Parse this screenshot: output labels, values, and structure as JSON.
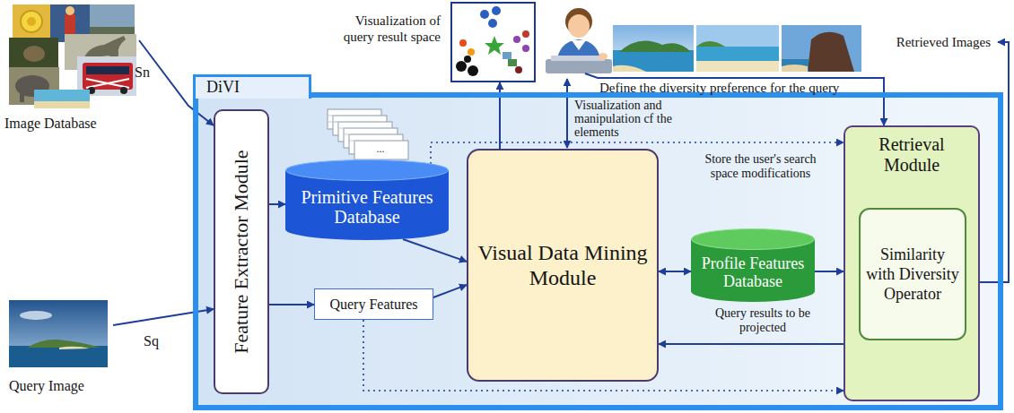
{
  "diagram": {
    "nodes": [
      {
        "text": [
          "Image Database"
        ]
      },
      {
        "text": [
          "Query Image"
        ]
      },
      {
        "text": [
          "Visualization of query result space"
        ]
      },
      {
        "text": [
          "Retrieved Images"
        ]
      },
      {
        "text": [
          "DiVI"
        ]
      },
      {
        "text": [
          "Feature Extractor Module"
        ],
        "in": 4
      },
      {
        "text": [
          "Primitive Features Database"
        ],
        "in": 4
      },
      {
        "text": [
          "Query Features"
        ],
        "in": 4
      },
      {
        "text": [
          "Visual Data Mining Module"
        ],
        "in": 4
      },
      {
        "text": [
          "Profile Features Database"
        ],
        "in": 4
      },
      {
        "text": [
          "Retrieval Module"
        ],
        "in": 4
      },
      {
        "text": [
          "Similarity with Diversity Operator"
        ],
        "in": 10
      }
    ],
    "edges": [
      {
        "from": 0,
        "to": 5,
        "label": "Sn",
        "arrow": "to"
      },
      {
        "from": 1,
        "to": 5,
        "label": "Sq",
        "arrow": "to"
      },
      {
        "from": 5,
        "to": 6,
        "arrow": "to"
      },
      {
        "from": 5,
        "to": 7,
        "arrow": "to"
      },
      {
        "from": 6,
        "to": 8,
        "arrow": "to"
      },
      {
        "from": 7,
        "to": 8,
        "arrow": "to"
      },
      {
        "from": 6,
        "to": 10,
        "arrow": "to"
      },
      {
        "from": 7,
        "to": 10,
        "arrow": "to"
      },
      {
        "from": 8,
        "to": 2,
        "arrow": "to"
      },
      {
        "from": 8,
        "to": 9,
        "arrow": "both"
      },
      {
        "from": 9,
        "to": 10,
        "arrow": "to"
      },
      {
        "from": 10,
        "to": 8,
        "label": "Query results to be projected",
        "arrow": "to"
      },
      {
        "from": 10,
        "to": 3,
        "arrow": "to"
      }
    ],
    "labels": [
      "Define the diversity preference for the query",
      "...",
      "Visualization and manipulation cf the elements",
      "Store the user's search space modifications"
    ]
  }
}
